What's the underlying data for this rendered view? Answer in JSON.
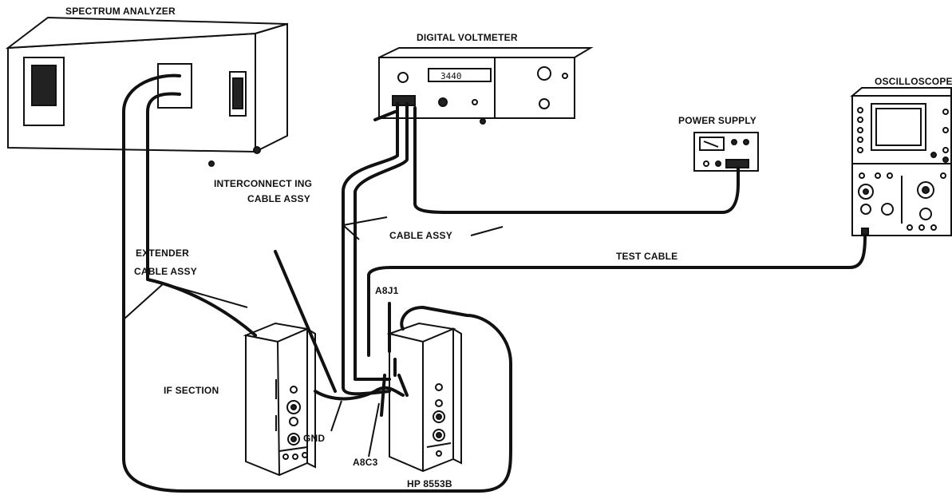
{
  "labels": {
    "spectrum_analyzer": "SPECTRUM ANALYZER",
    "digital_voltmeter": "DIGITAL VOLTMETER",
    "dvm_display": "3440",
    "oscilloscope": "OSCILLOSCOPE",
    "power_supply": "POWER SUPPLY",
    "interconnecting_1": "INTERCONNECT ING",
    "interconnecting_2": "CABLE ASSY",
    "cable_assy": "CABLE ASSY",
    "test_cable": "TEST CABLE",
    "extender_1": "EXTENDER",
    "extender_2": "CABLE ASSY",
    "a8j1": "A8J1",
    "if_section": "IF SECTION",
    "gnd": "GND",
    "a8c3": "A8C3",
    "hp_8553b": "HP 8553B"
  }
}
